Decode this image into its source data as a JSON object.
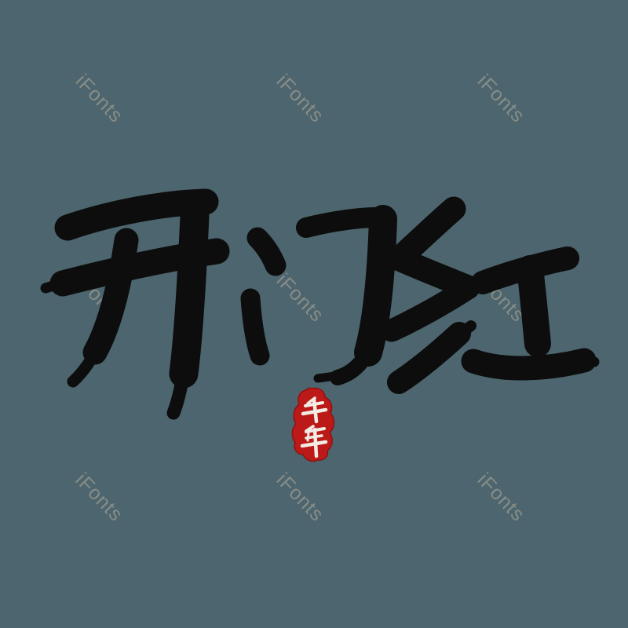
{
  "colors": {
    "background": "#4c656e",
    "ink": "#0d0d0d",
    "seal_red": "#bb1a18",
    "seal_edge": "#8f1111",
    "seal_text": "#f2ece4",
    "watermark": "#8d9089"
  },
  "calligraphy": {
    "text": "开门红",
    "characters": [
      "开",
      "门",
      "红"
    ]
  },
  "seal": {
    "text": "牛年",
    "characters": [
      "牛",
      "年"
    ]
  },
  "watermark": {
    "text": "iFonts"
  }
}
